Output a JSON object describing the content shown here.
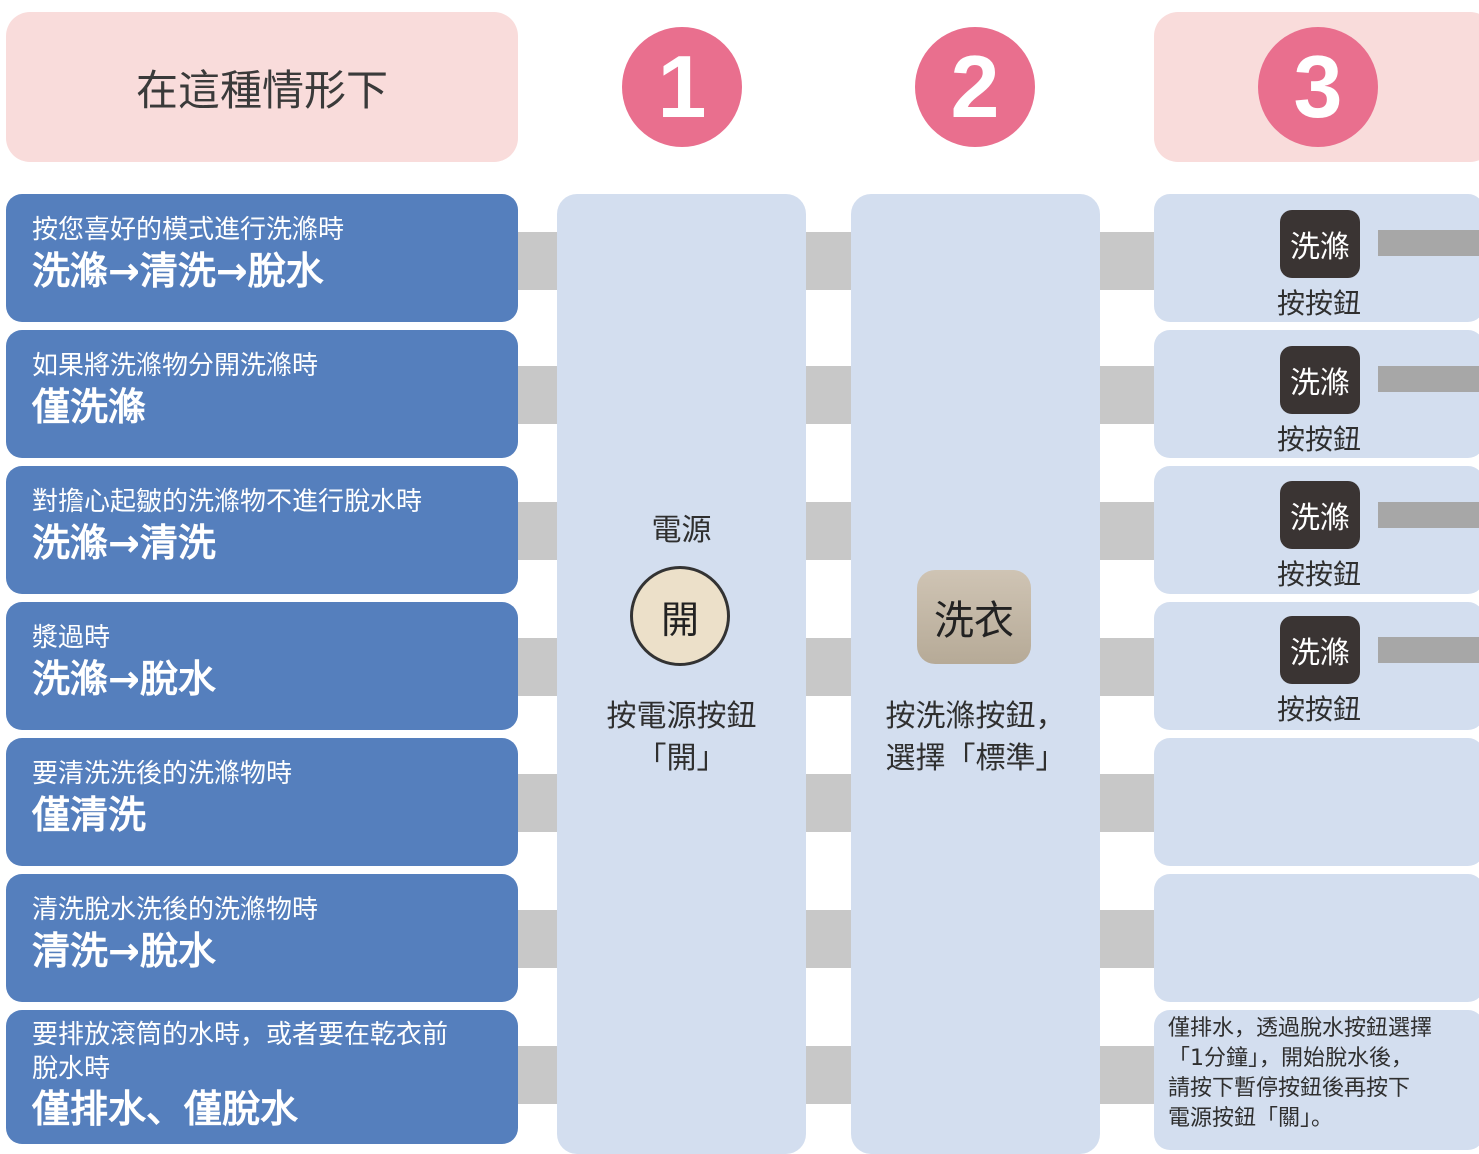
{
  "header": {
    "title": "在這種情形下",
    "steps": [
      "1",
      "2",
      "3"
    ]
  },
  "situations": [
    {
      "desc": "按您喜好的模式進行洗滌時",
      "mode": "洗滌→清洗→脫水"
    },
    {
      "desc": "如果將洗滌物分開洗滌時",
      "mode": "僅洗滌"
    },
    {
      "desc": "對擔心起皺的洗滌物不進行脫水時",
      "mode": "洗滌→清洗"
    },
    {
      "desc": "漿過時",
      "mode": "洗滌→脫水"
    },
    {
      "desc": "要清洗洗後的洗滌物時",
      "mode": "僅清洗"
    },
    {
      "desc": "清洗脫水洗後的洗滌物時",
      "mode": "清洗→脫水"
    },
    {
      "desc_line1": "要排放滾筒的水時，或者要在乾衣前",
      "desc_line2": "脫水時",
      "mode": "僅排水、僅脫水"
    }
  ],
  "step1": {
    "label": "電源",
    "button": "開",
    "instr_line1": "按電源按鈕",
    "instr_line2": "「開」"
  },
  "step2": {
    "button": "洗衣",
    "instr_line1": "按洗滌按鈕，",
    "instr_line2": "選擇「標準」"
  },
  "step3": {
    "rows": [
      {
        "button": "洗滌",
        "label": "按按鈕"
      },
      {
        "button": "洗滌",
        "label": "按按鈕"
      },
      {
        "button": "洗滌",
        "label": "按按鈕"
      },
      {
        "button": "洗滌",
        "label": "按按鈕"
      }
    ],
    "note_lines": [
      "僅排水，透過脫水按鈕選擇",
      "「1分鐘」，開始脫水後，",
      "請按下暫停按鈕後再按下",
      "電源按鈕「關」。"
    ]
  },
  "colors": {
    "header_bg": "#f9dcdb",
    "step_circle": "#e96f8e",
    "situation_bg": "#557fbd",
    "panel_bg": "#d3deef",
    "connector": "#c8c8c8"
  }
}
